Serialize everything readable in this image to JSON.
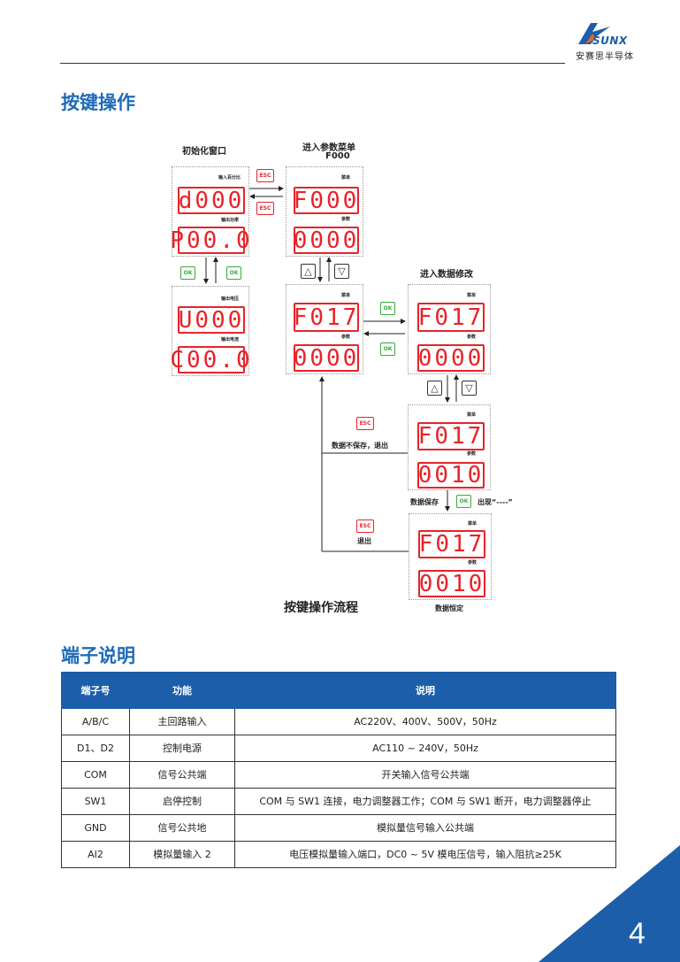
{
  "header": {
    "brand": "SUNX",
    "brand_x": "",
    "company": "安赛思半导体"
  },
  "section1": {
    "title": "按键操作"
  },
  "flow": {
    "label_init": "初始化窗口",
    "label_enter_menu": "进入参数菜单",
    "label_f000": "F000",
    "label_enter_data": "进入数据修改",
    "esc": "ESC",
    "ok": "OK",
    "up": "△",
    "down": "▽",
    "input_percent": "输入百分比",
    "output_power": "输出功率",
    "output_voltage": "输出电压",
    "output_current": "输出电流",
    "menu": "菜单",
    "param": "参数",
    "disp_d000": "d000",
    "disp_p000": "P00.0",
    "disp_u000": "U000",
    "disp_c000": "C00.0",
    "disp_f000": "F000",
    "disp_0000": "0000",
    "disp_f017": "F017",
    "disp_0010": "0010",
    "no_save_exit": "数据不保存，退出",
    "data_save": "数据保存",
    "appear": "出现“----”",
    "exit": "退出",
    "data_fixed": "数据恒定",
    "caption": "按键操作流程"
  },
  "section2": {
    "title": "端子说明"
  },
  "table": {
    "headers": [
      "端子号",
      "功能",
      "说明"
    ],
    "rows": [
      [
        "A/B/C",
        "主回路输入",
        "AC220V、400V、500V，50Hz"
      ],
      [
        "D1、D2",
        "控制电源",
        "AC110 ~ 240V，50Hz"
      ],
      [
        "COM",
        "信号公共端",
        "开关输入信号公共端"
      ],
      [
        "SW1",
        "启停控制",
        "COM 与 SW1 连接，电力调整器工作；COM 与 SW1 断开，电力调整器停止"
      ],
      [
        "GND",
        "信号公共地",
        "模拟量信号输入公共端"
      ],
      [
        "AI2",
        "模拟量输入 2",
        "电压模拟量输入端口，DC0 ~ 5V 模电压信号，输入阻抗≥25K"
      ]
    ]
  },
  "footer": {
    "page_number": "4"
  }
}
